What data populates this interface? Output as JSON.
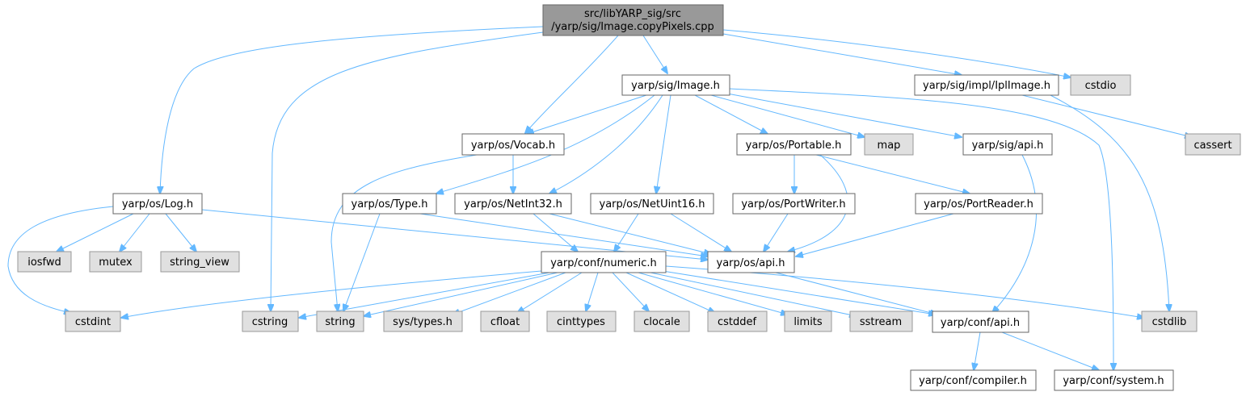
{
  "diagram": {
    "root": {
      "line1": "src/libYARP_sig/src",
      "line2": "/yarp/sig/Image.copyPixels.cpp"
    },
    "nodes": {
      "image_h": "yarp/sig/Image.h",
      "iplimage_h": "yarp/sig/impl/IplImage.h",
      "cstdio": "cstdio",
      "vocab_h": "yarp/os/Vocab.h",
      "portable_h": "yarp/os/Portable.h",
      "map": "map",
      "sig_api_h": "yarp/sig/api.h",
      "cassert": "cassert",
      "log_h": "yarp/os/Log.h",
      "type_h": "yarp/os/Type.h",
      "netint32_h": "yarp/os/NetInt32.h",
      "netuint16_h": "yarp/os/NetUint16.h",
      "portwriter_h": "yarp/os/PortWriter.h",
      "portreader_h": "yarp/os/PortReader.h",
      "iosfwd": "iosfwd",
      "mutex": "mutex",
      "string_view": "string_view",
      "numeric_h": "yarp/conf/numeric.h",
      "os_api_h": "yarp/os/api.h",
      "cstdint": "cstdint",
      "cstring": "cstring",
      "string": "string",
      "sys_types_h": "sys/types.h",
      "cfloat": "cfloat",
      "cinttypes": "cinttypes",
      "clocale": "clocale",
      "cstddef": "cstddef",
      "limits": "limits",
      "sstream": "sstream",
      "conf_api_h": "yarp/conf/api.h",
      "cstdlib": "cstdlib",
      "compiler_h": "yarp/conf/compiler.h",
      "system_h": "yarp/conf/system.h"
    }
  }
}
